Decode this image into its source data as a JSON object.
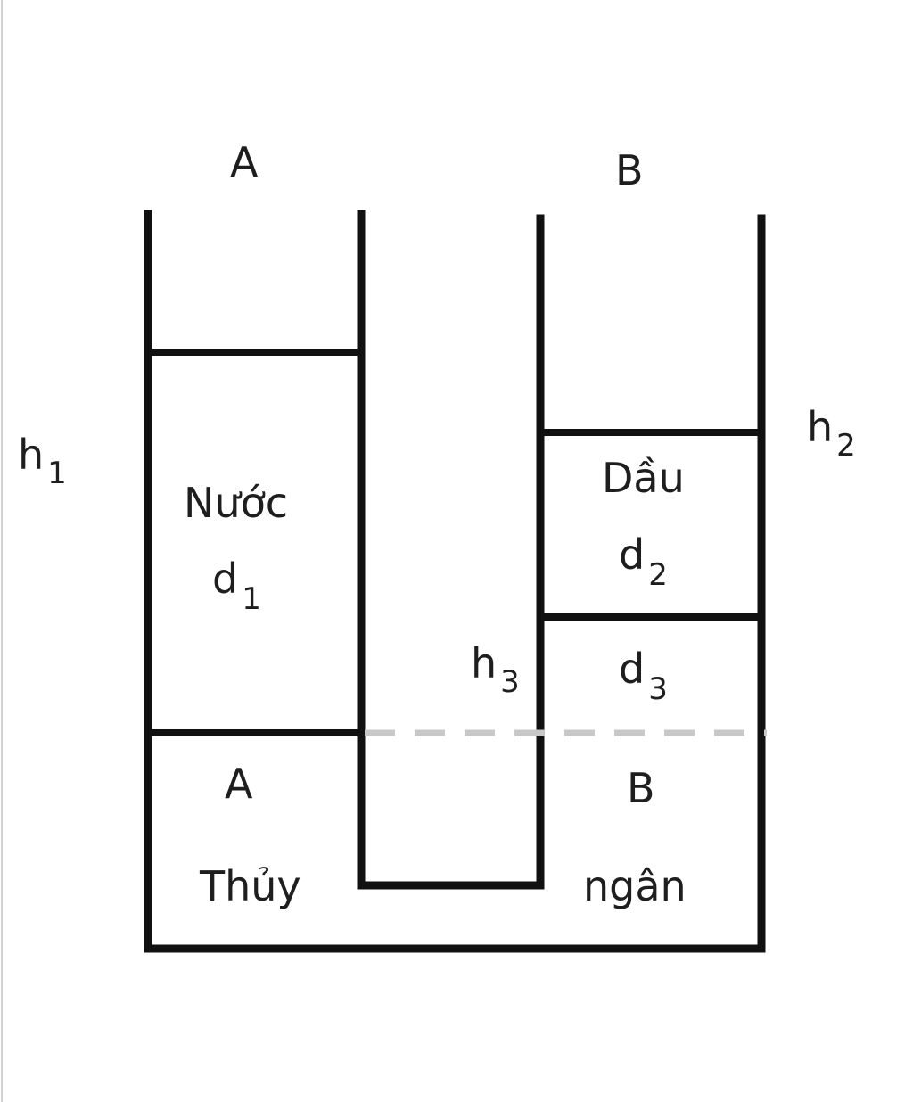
{
  "labels": {
    "top_a": "A",
    "top_b": "B",
    "h1": "h",
    "h1_sub": "1",
    "h2": "h",
    "h2_sub": "2",
    "h3": "h",
    "h3_sub": "3",
    "water": "Nước",
    "d1": "d",
    "d1_sub": "1",
    "oil": "Dầu",
    "d2": "d",
    "d2_sub": "2",
    "d3": "d",
    "d3_sub": "3",
    "bottom_a": "A",
    "bottom_b": "B",
    "mercury_left": "Thủy",
    "mercury_right": "ngân"
  },
  "colors": {
    "wall": "#111111",
    "reference_line": "#c8c8c8",
    "text": "#1e1e1e"
  }
}
